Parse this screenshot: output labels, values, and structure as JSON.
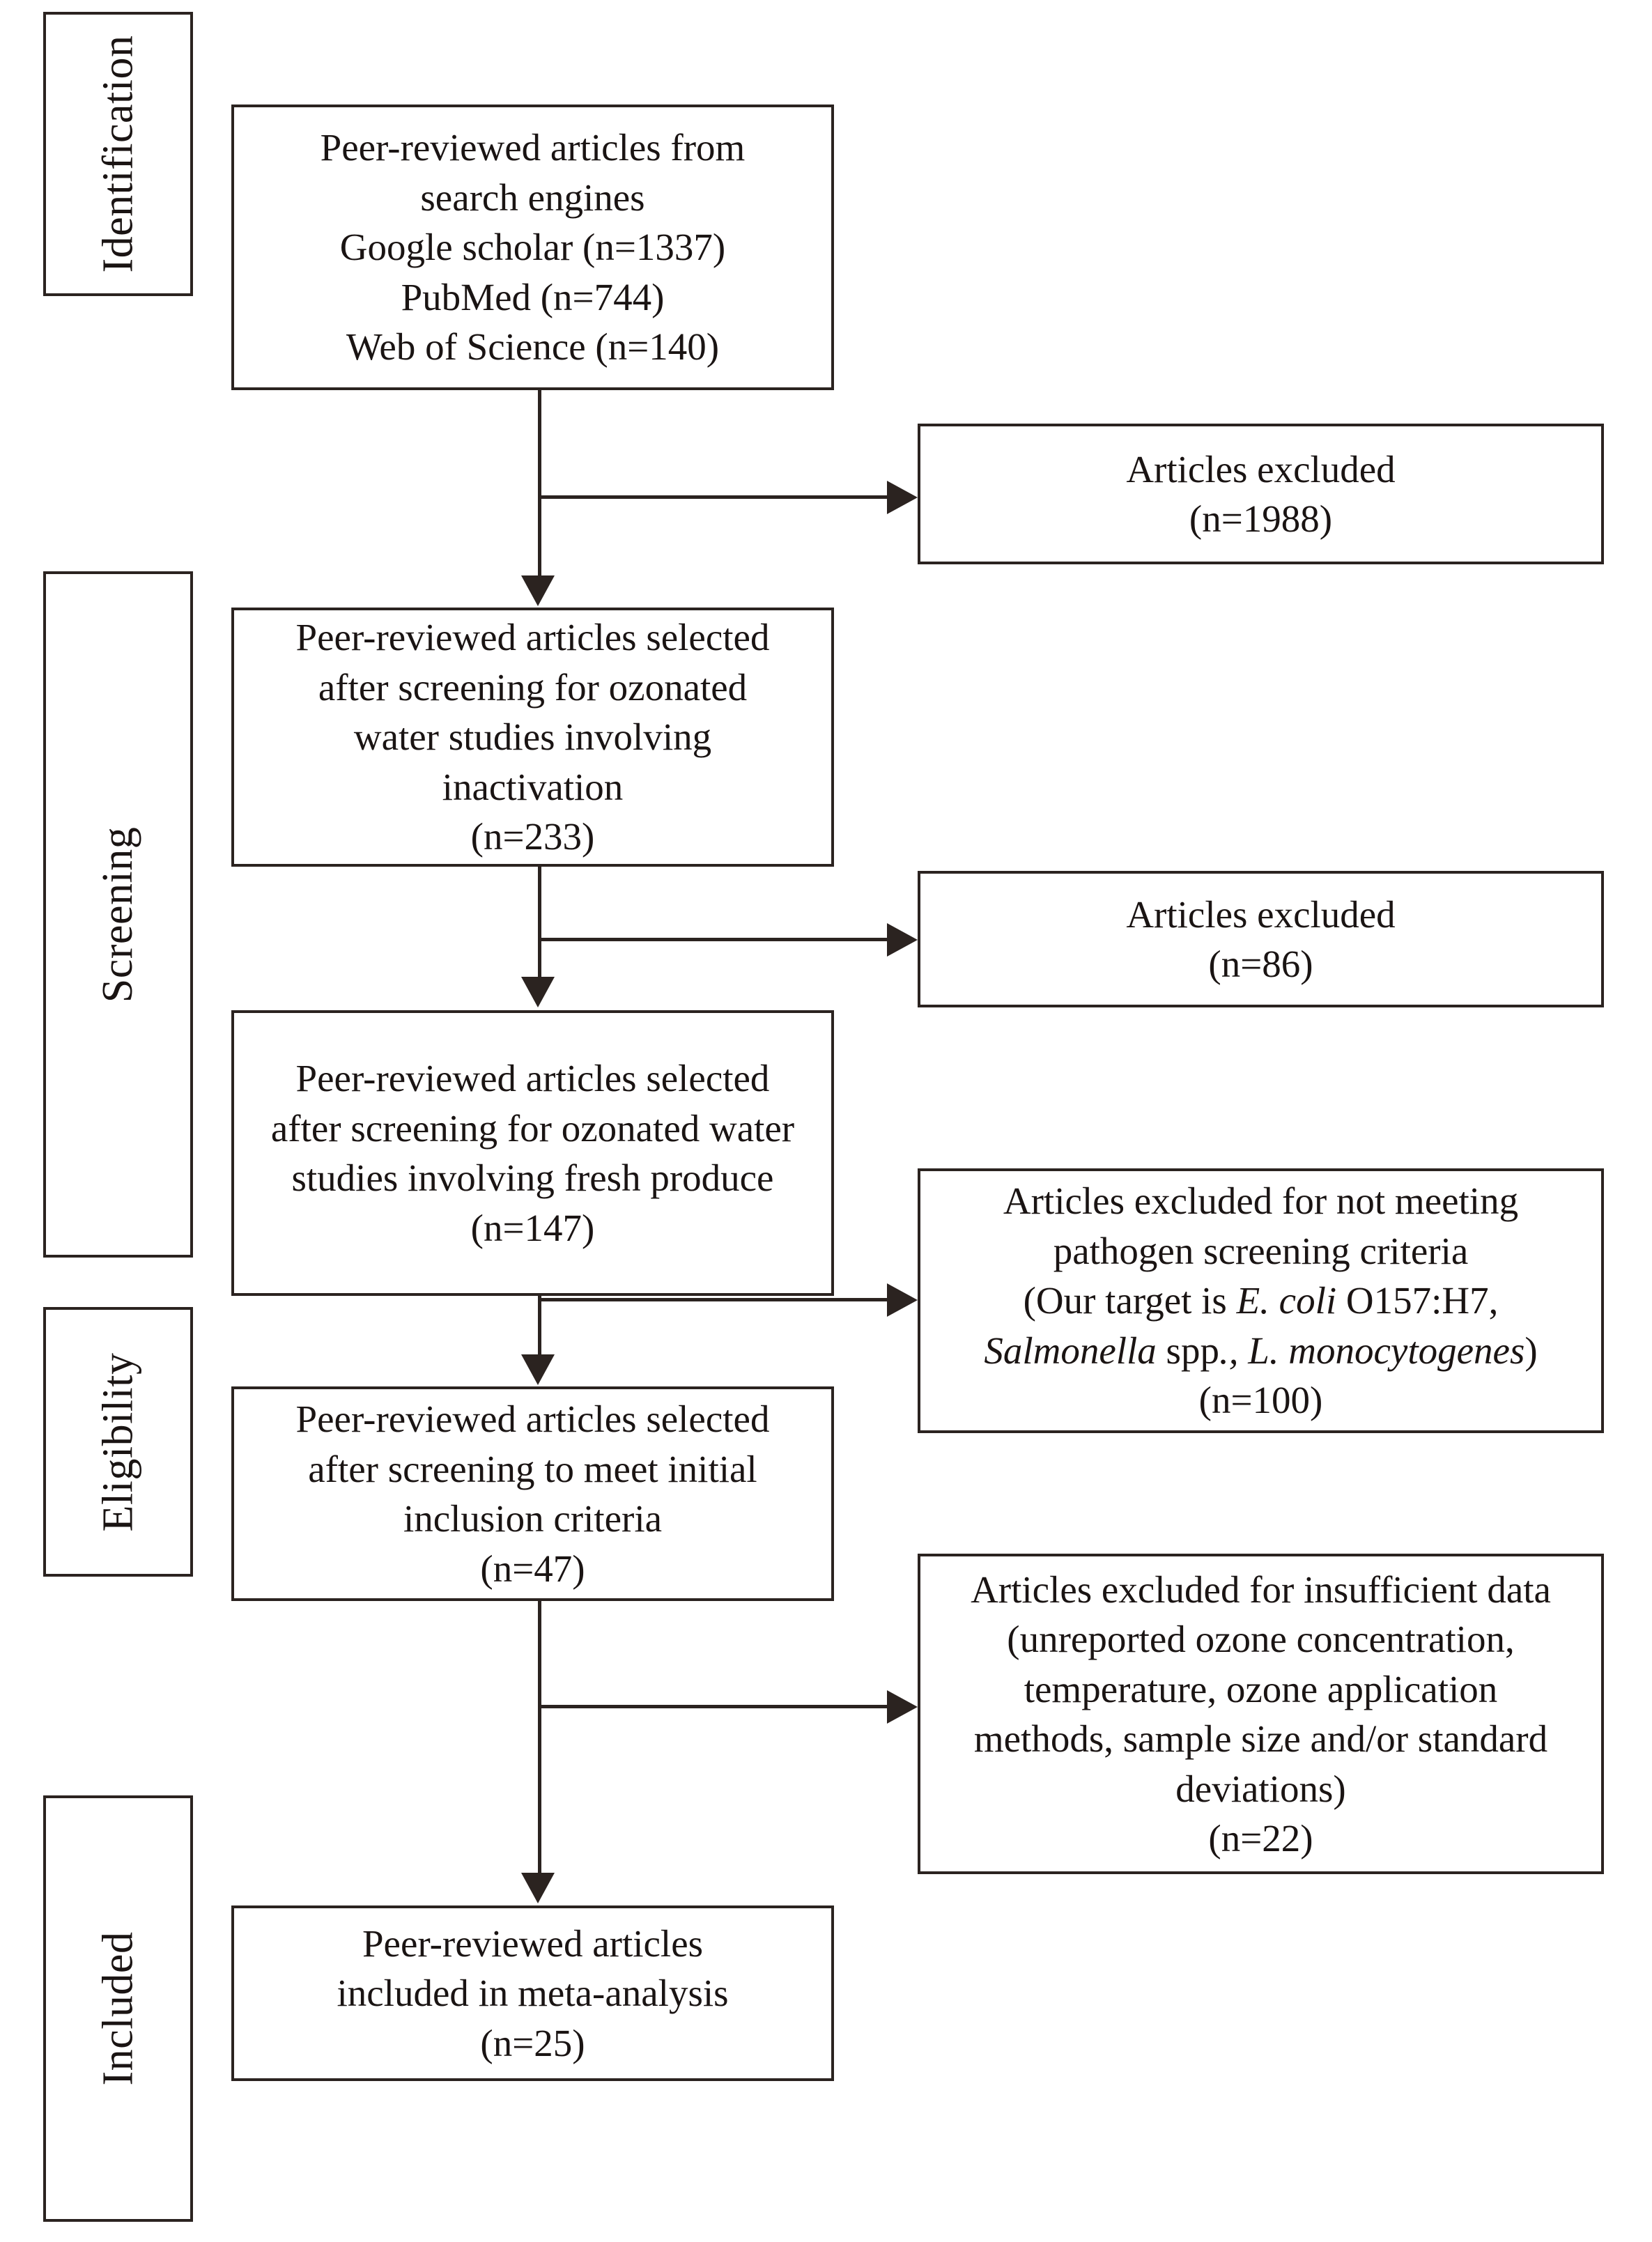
{
  "diagram": {
    "type": "prisma-flow-diagram",
    "stages": [
      {
        "id": "identification",
        "label": "Identification"
      },
      {
        "id": "screening",
        "label": "Screening"
      },
      {
        "id": "eligibility",
        "label": "Eligibility"
      },
      {
        "id": "included",
        "label": "Included"
      }
    ],
    "main_boxes": [
      {
        "id": "records-identified",
        "text": "Peer-reviewed articles from\nsearch engines\nGoogle scholar (n=1337)\nPubMed (n=744)\nWeb of Science (n=140)",
        "counts": {
          "google_scholar": 1337,
          "pubmed": 744,
          "web_of_science": 140
        }
      },
      {
        "id": "screened-inactivation",
        "text": "Peer-reviewed articles selected\nafter screening for ozonated\nwater studies involving\ninactivation\n(n=233)",
        "counts": {
          "n": 233
        }
      },
      {
        "id": "screened-fresh-produce",
        "text": "Peer-reviewed articles selected\nafter screening for ozonated water\nstudies involving fresh produce\n(n=147)",
        "counts": {
          "n": 147
        }
      },
      {
        "id": "initial-inclusion-criteria",
        "text": "Peer-reviewed articles selected\nafter screening to meet initial\ninclusion criteria\n(n=47)",
        "counts": {
          "n": 47
        }
      },
      {
        "id": "included-meta-analysis",
        "text": "Peer-reviewed articles\nincluded in meta-analysis\n(n=25)",
        "counts": {
          "n": 25
        }
      }
    ],
    "excluded_boxes": [
      {
        "id": "excluded-initial",
        "text": "Articles excluded\n(n=1988)",
        "counts": {
          "n": 1988
        }
      },
      {
        "id": "excluded-screening",
        "text": "Articles excluded\n(n=86)",
        "counts": {
          "n": 86
        }
      },
      {
        "id": "excluded-pathogen-criteria",
        "line1": "Articles excluded for not meeting",
        "line2": "pathogen screening criteria",
        "line3_pre": "(Our target is ",
        "line3_italic": "E. coli",
        "line3_post": " O157:H7,",
        "line4_italic_a": "Salmonella",
        "line4_mid": " spp",
        "line4_italic_b": "., L. monocytogenes",
        "line4_post": ")",
        "line5": "(n=100)",
        "counts": {
          "n": 100
        }
      },
      {
        "id": "excluded-insufficient-data",
        "text": "Articles excluded for insufficient data\n(unreported ozone concentration,\ntemperature, ozone application\nmethods, sample size and/or standard\ndeviations)\n(n=22)",
        "counts": {
          "n": 22
        }
      }
    ],
    "colors": {
      "stroke": "#2b2320",
      "text": "#1a1413",
      "background": "#ffffff"
    }
  }
}
